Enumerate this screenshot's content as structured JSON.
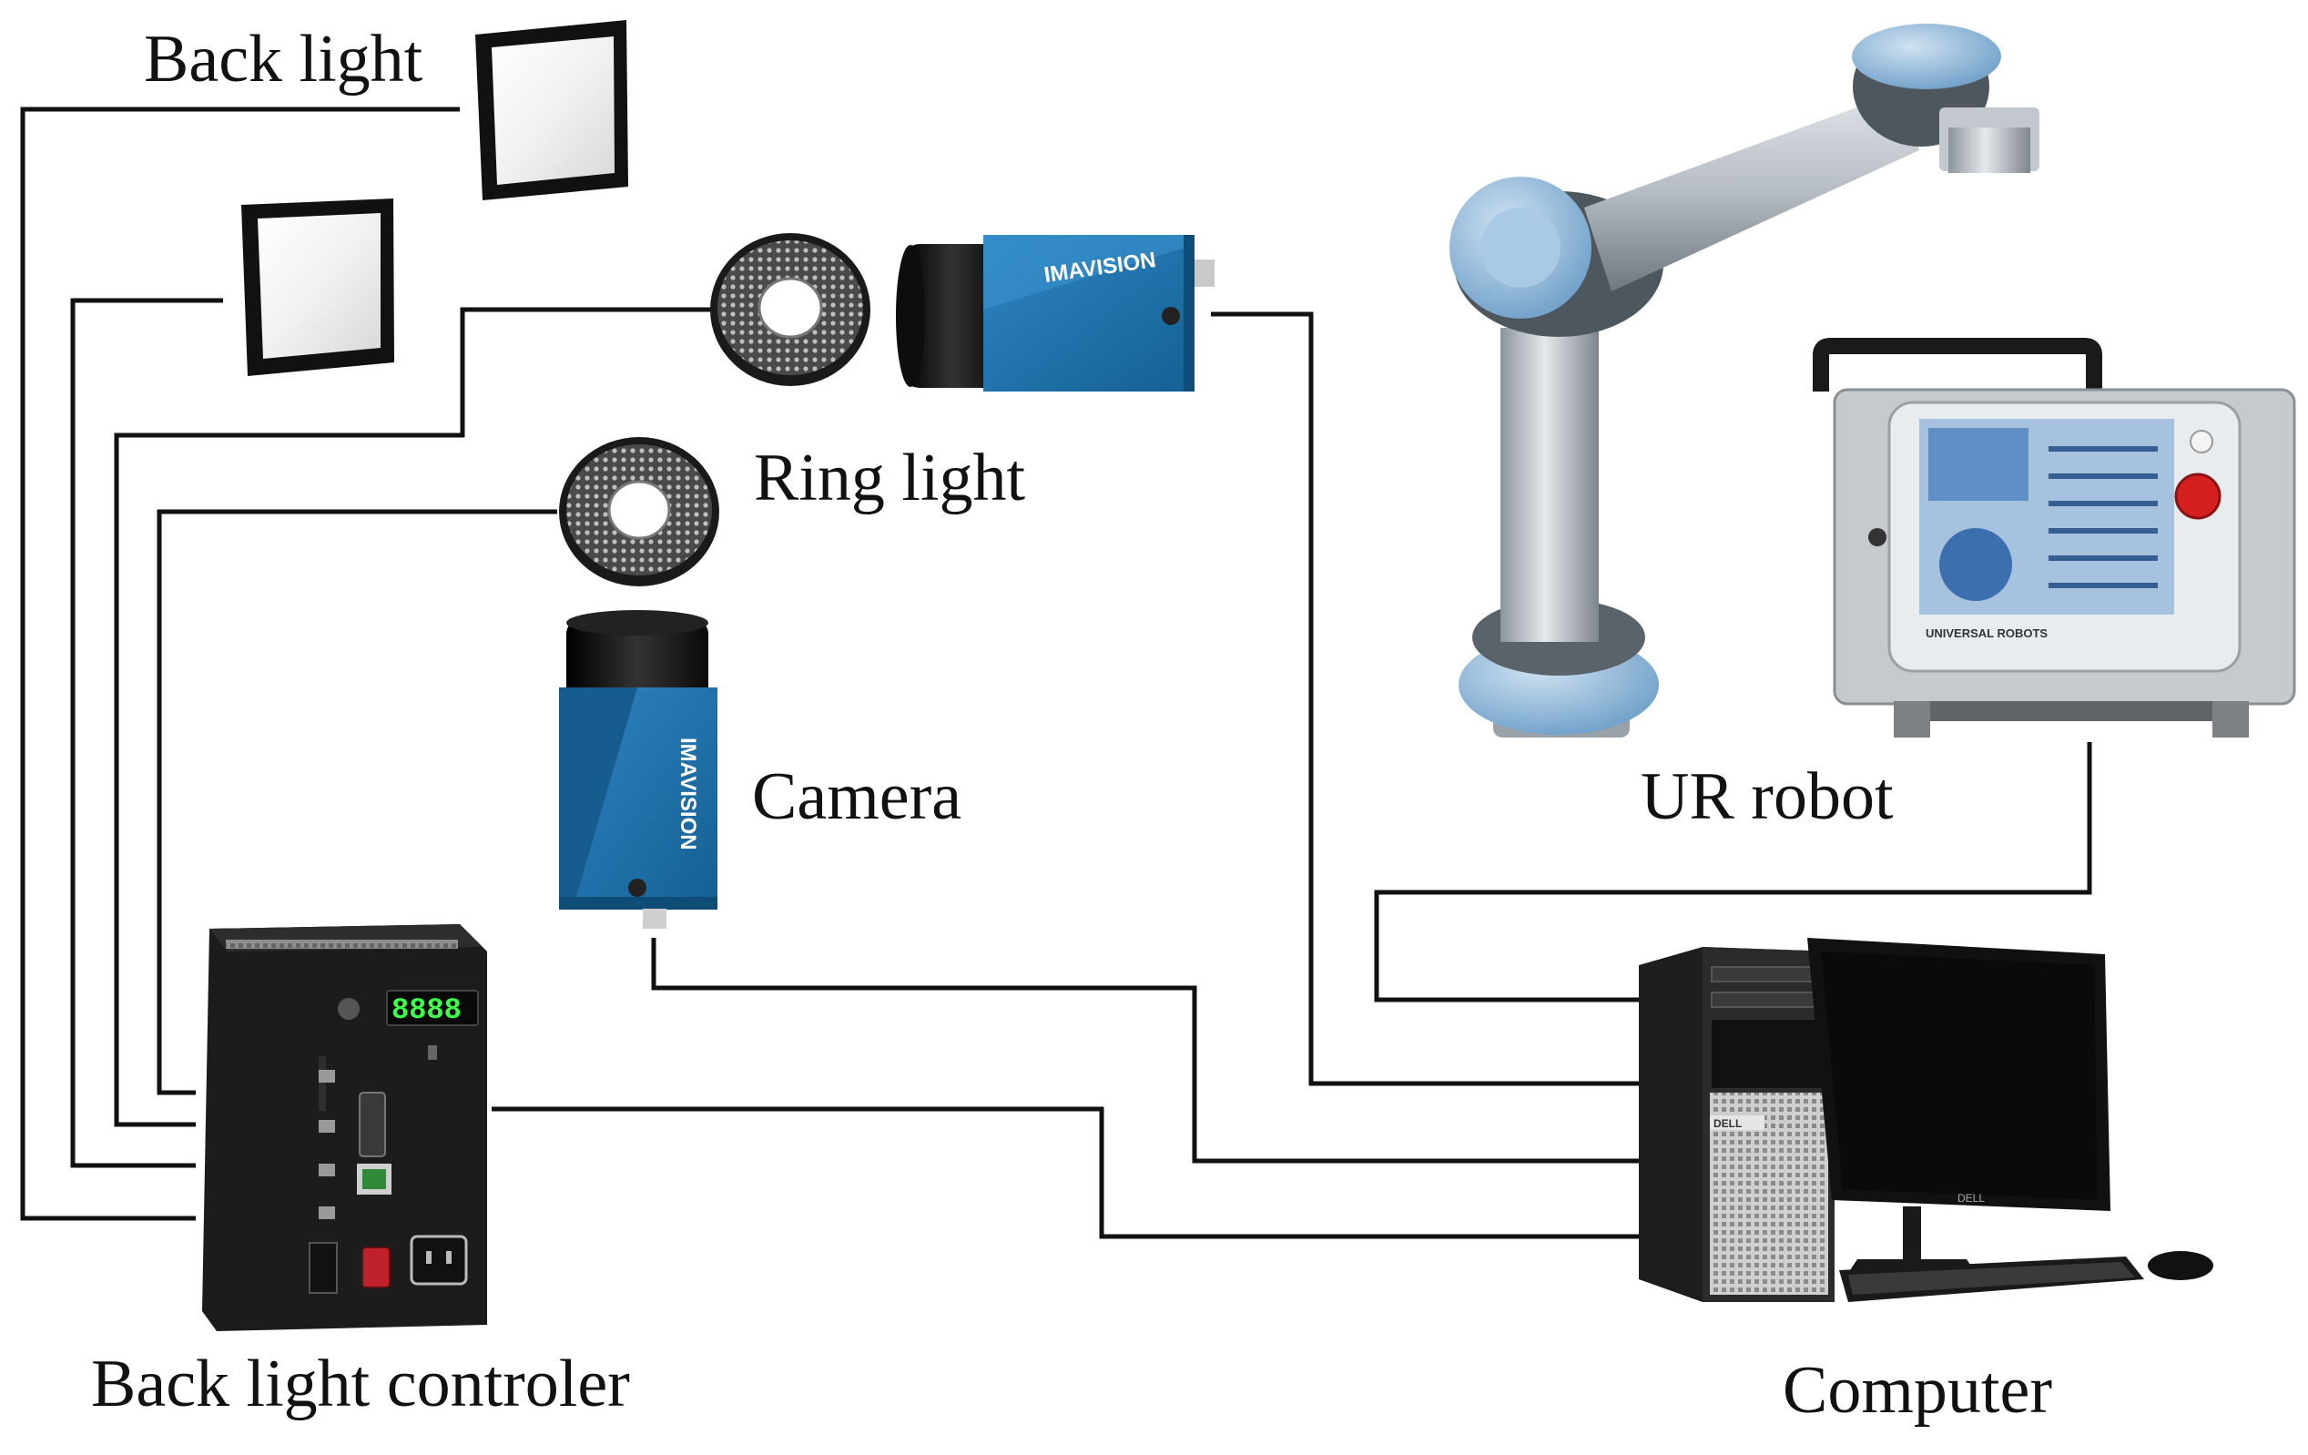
{
  "labels": {
    "back_light": "Back light",
    "ring_light": "Ring light",
    "camera": "Camera",
    "ur_robot": "UR robot",
    "back_light_controller": "Back light controler",
    "computer": "Computer"
  },
  "device_text": {
    "camera_brand": "IMAVISION",
    "controller_display": "8888",
    "pendant_brand": "UNIVERSAL ROBOTS",
    "computer_brand": "DELL",
    "monitor_brand": "DELL"
  },
  "colors": {
    "wire": "#111111",
    "camera_body": "#1f6fa8",
    "robot_joint": "#8fb7d9",
    "robot_link": "#b9bfc6",
    "controller_body": "#1c1c1c",
    "display_digits": "#3cff4a",
    "estop_red": "#d62020",
    "power_switch": "#c0202a"
  }
}
